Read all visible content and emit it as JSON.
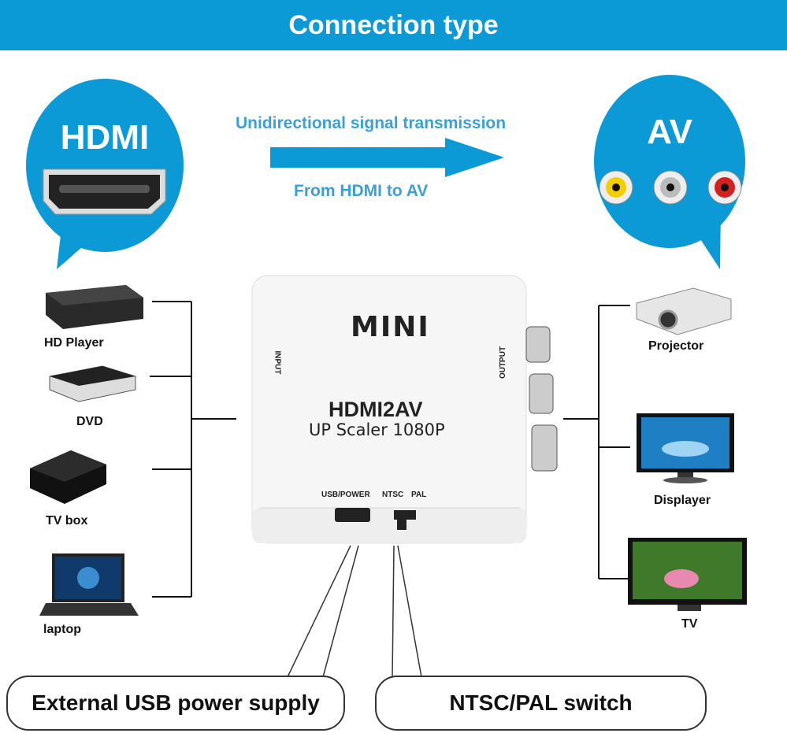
{
  "header": {
    "title": "Connection type"
  },
  "input": {
    "title": "HDMI"
  },
  "output": {
    "title": "AV"
  },
  "signal": {
    "top_text": "Unidirectional signal transmission",
    "bottom_text": "From HDMI to AV"
  },
  "sources": [
    {
      "label": "HD Player"
    },
    {
      "label": "DVD"
    },
    {
      "label": "TV box"
    },
    {
      "label": "laptop"
    }
  ],
  "displays": [
    {
      "label": "Projector"
    },
    {
      "label": "Displayer"
    },
    {
      "label": "TV"
    }
  ],
  "device": {
    "brand": "MINI",
    "model": "HDMI2AV",
    "subtitle": "UP Scaler 1080P",
    "input_label": "INPUT",
    "output_label": "OUTPUT",
    "port_labels": {
      "usb": "USB/POWER",
      "ntsc": "NTSC",
      "pal": "PAL"
    }
  },
  "callouts": {
    "power": "External USB power supply",
    "switch": "NTSC/PAL switch"
  },
  "colors": {
    "brand_blue": "#0b9ad6",
    "text_blue": "#3aa0d8"
  }
}
